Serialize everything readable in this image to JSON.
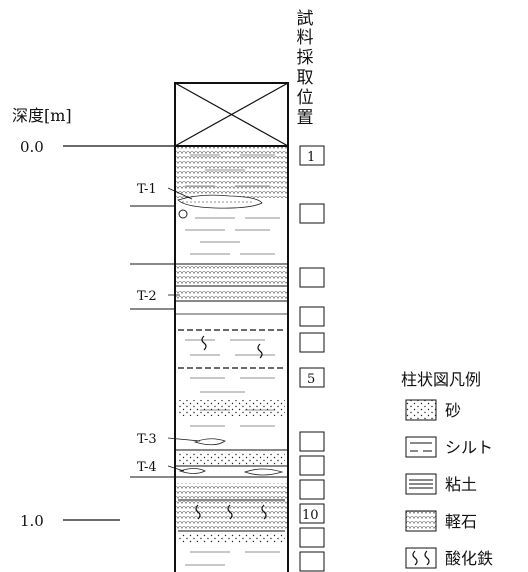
{
  "sample_header": [
    "試",
    "料",
    "採",
    "取",
    "位",
    "置"
  ],
  "depth_title": "深度[m]",
  "depth_labels": [
    "0.0",
    "1.0"
  ],
  "sample_numbers": [
    "1",
    "5",
    "10"
  ],
  "tube_labels": [
    "T-1",
    "T-2",
    "T-3",
    "T-4"
  ],
  "legend": {
    "title": "柱状図凡例",
    "items": [
      {
        "label": "砂",
        "pattern": "sand-swatch"
      },
      {
        "label": "シルト",
        "pattern": "silt-swatch"
      },
      {
        "label": "粘土",
        "pattern": "clay-swatch"
      },
      {
        "label": "軽石",
        "pattern": "pumice-swatch"
      },
      {
        "label": "酸化鉄",
        "pattern": "iron-oxide-swatch"
      }
    ]
  }
}
